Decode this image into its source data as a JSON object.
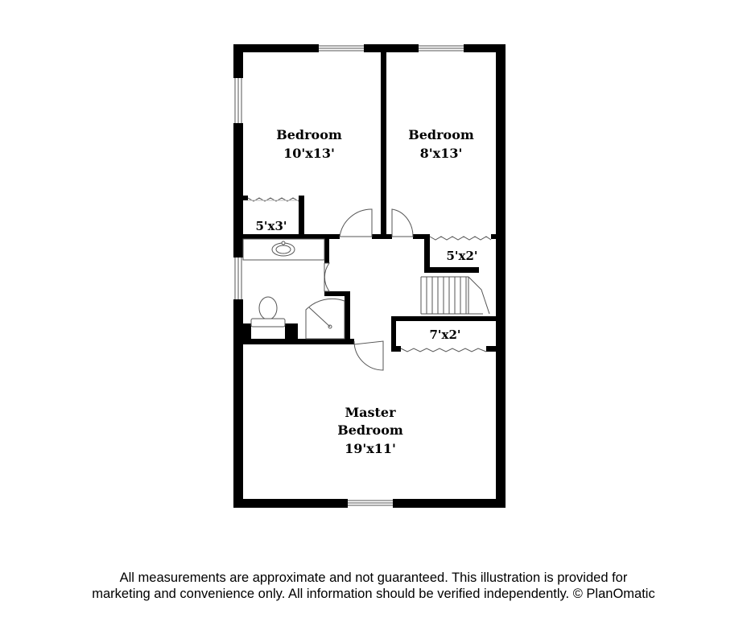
{
  "rooms": {
    "bedroom_left": {
      "name": "Bedroom",
      "size": "10'x13'"
    },
    "bedroom_right": {
      "name": "Bedroom",
      "size": "8'x13'"
    },
    "closet_left": {
      "size": "5'x3'"
    },
    "closet_right": {
      "size": "5'x2'"
    },
    "closet_hall": {
      "size": "7'x2'"
    },
    "master": {
      "name_line1": "Master",
      "name_line2": "Bedroom",
      "size": "19'x11'"
    }
  },
  "disclaimer": {
    "line1": "All measurements are approximate and not guaranteed. This illustration is provided for",
    "line2": "marketing and convenience only. All information should be verified independently. © PlanOmatic"
  },
  "colors": {
    "wall": "#000000",
    "fixture": "#555555",
    "background": "#ffffff"
  }
}
